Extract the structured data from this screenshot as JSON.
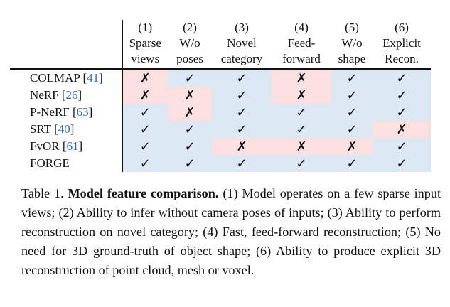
{
  "table": {
    "headers": [
      {
        "num": "(1)",
        "line1": "Sparse",
        "line2": "views"
      },
      {
        "num": "(2)",
        "line1": "W/o",
        "line2": "poses"
      },
      {
        "num": "(3)",
        "line1": "Novel",
        "line2": "category"
      },
      {
        "num": "(4)",
        "line1": "Feed-",
        "line2": "forward"
      },
      {
        "num": "(5)",
        "line1": "W/o",
        "line2": "shape"
      },
      {
        "num": "(6)",
        "line1": "Explicit",
        "line2": "Recon."
      }
    ],
    "rows": [
      {
        "name": "COLMAP",
        "cite": "41",
        "cells": [
          "✗",
          "✓",
          "✓",
          "✗",
          "✓",
          "✓"
        ]
      },
      {
        "name": "NeRF",
        "cite": "26",
        "cells": [
          "✗",
          "✗",
          "✓",
          "✗",
          "✓",
          "✓"
        ]
      },
      {
        "name": "P-NeRF",
        "cite": "63",
        "cells": [
          "✓",
          "✗",
          "✓",
          "✓",
          "✓",
          "✓"
        ]
      },
      {
        "name": "SRT",
        "cite": "40",
        "cells": [
          "✓",
          "✓",
          "✓",
          "✓",
          "✓",
          "✗"
        ]
      },
      {
        "name": "FvOR",
        "cite": "61",
        "cells": [
          "✓",
          "✓",
          "✗",
          "✗",
          "✗",
          "✓"
        ]
      },
      {
        "name": "FORGE",
        "cite": "",
        "cells": [
          "✓",
          "✓",
          "✓",
          "✓",
          "✓",
          "✓"
        ]
      }
    ],
    "colors": {
      "yes_bg": "#dce9f4",
      "no_bg": "#fbe0e2",
      "cite": "#2f6db0"
    }
  },
  "caption": {
    "label": "Table 1.",
    "bold": "Model feature comparison.",
    "text": "(1) Model operates on a few sparse input views; (2) Ability to infer without camera poses of inputs; (3) Ability to perform reconstruction on novel category; (4) Fast, feed-forward reconstruction; (5) No need for 3D ground-truth of object shape; (6) Ability to produce explicit 3D reconstruction of point cloud, mesh or voxel."
  }
}
